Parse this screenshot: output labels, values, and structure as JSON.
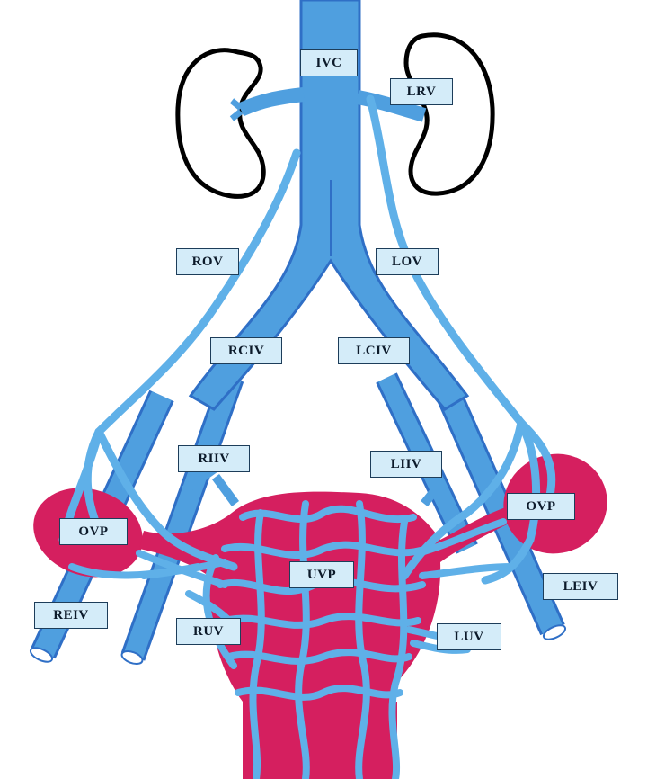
{
  "colors": {
    "vein": "#4f9fdf",
    "vein_dark": "#2f6fc6",
    "organ": "#d51f5f",
    "kidney_outline": "#000000",
    "label_fill": "#d4ecf9",
    "label_border": "#1d3d5a"
  },
  "labels": {
    "ivc": "IVC",
    "lrv": "LRV",
    "rov": "ROV",
    "lov": "LOV",
    "rciv": "RCIV",
    "lciv": "LCIV",
    "riiv": "RIIV",
    "liiv": "LIIV",
    "ovp_left": "OVP",
    "ovp_right": "OVP",
    "uvp": "UVP",
    "reiv": "REIV",
    "leiv": "LEIV",
    "ruv": "RUV",
    "luv": "LUV"
  }
}
